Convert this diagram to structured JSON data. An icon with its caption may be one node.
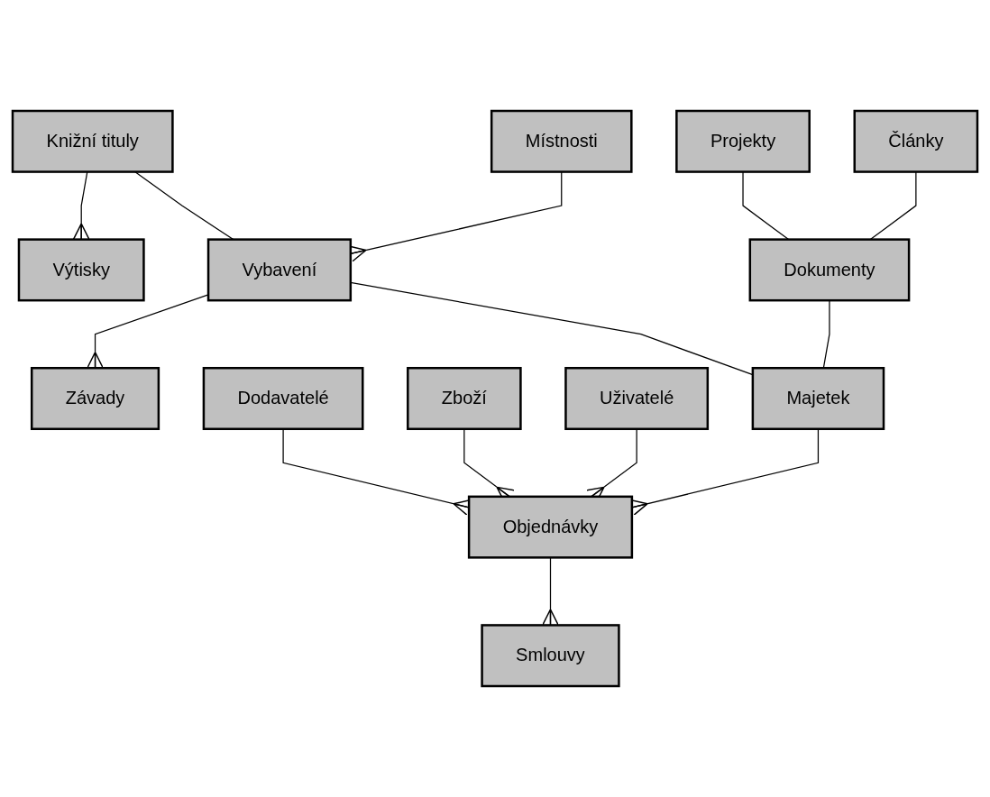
{
  "diagram": {
    "nodes": [
      {
        "text": [
          "Články"
        ]
      },
      {
        "text": [
          "Projekty"
        ]
      },
      {
        "text": [
          "Místnosti"
        ]
      },
      {
        "text": [
          "Knižní tituly"
        ]
      },
      {
        "text": [
          "Výtisky"
        ]
      },
      {
        "text": [
          "Dokumenty"
        ]
      },
      {
        "text": [
          "Závady"
        ]
      },
      {
        "text": [
          "Vybavení"
        ]
      },
      {
        "text": [
          "Majetek"
        ]
      },
      {
        "text": [
          "Objednávky"
        ]
      },
      {
        "text": [
          "Zboží"
        ]
      },
      {
        "text": [
          "Uživatelé"
        ]
      },
      {
        "text": [
          "Smlouvy"
        ]
      },
      {
        "text": [
          "Dodavatelé"
        ]
      }
    ],
    "edges": [
      {
        "from": 0,
        "to": 5,
        "arrow": "none"
      },
      {
        "from": 1,
        "to": 5,
        "arrow": "none"
      },
      {
        "from": 2,
        "to": 7,
        "arrow": "other"
      },
      {
        "from": 3,
        "to": 7,
        "arrow": "none"
      },
      {
        "from": 3,
        "to": 4,
        "arrow": "other"
      },
      {
        "from": 5,
        "to": 8,
        "arrow": "none"
      },
      {
        "from": 7,
        "to": 6,
        "arrow": "other"
      },
      {
        "from": 7,
        "to": 8,
        "arrow": "none"
      },
      {
        "from": 8,
        "to": 9,
        "arrow": "other"
      },
      {
        "from": 11,
        "to": 9,
        "arrow": "other"
      },
      {
        "from": 10,
        "to": 9,
        "arrow": "other"
      },
      {
        "from": 9,
        "to": 12,
        "arrow": "other"
      },
      {
        "from": 13,
        "to": 9,
        "arrow": "other"
      }
    ]
  }
}
